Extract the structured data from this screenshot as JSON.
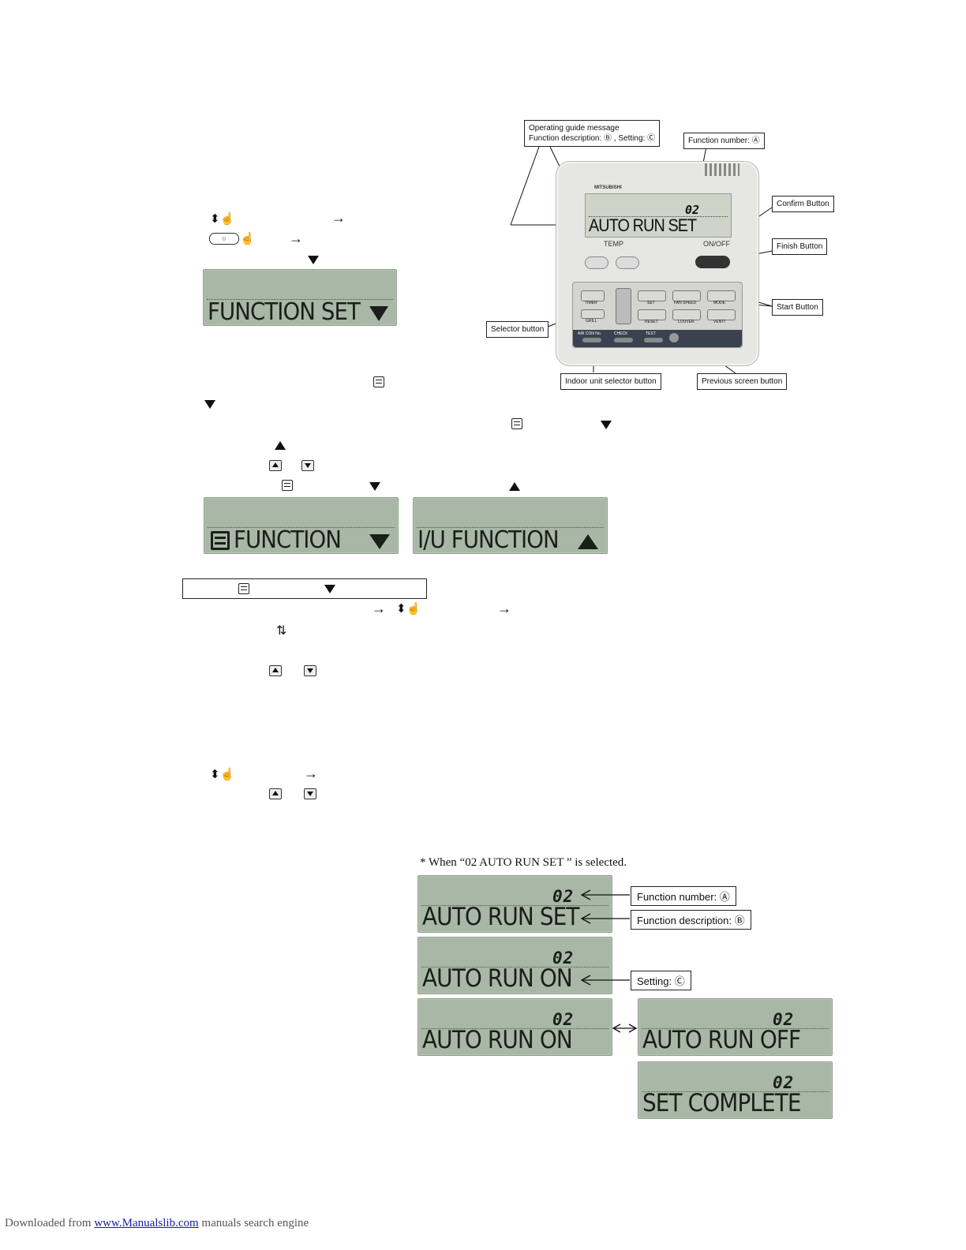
{
  "remote": {
    "callouts": {
      "guide_message_line1": "Operating guide message",
      "guide_message_line2": "Function description: Ⓑ , Setting: Ⓒ",
      "function_number": "Function number: Ⓐ",
      "confirm_button": "Confirm Button",
      "finish_button": "Finish Button",
      "start_button": "Start Button",
      "selector_button": "Selector button",
      "indoor_unit_selector": "Indoor unit selector button",
      "previous_screen": "Previous screen button"
    },
    "lcd_number": "02",
    "lcd_text": "AUTO RUN SET",
    "brand": "MITSUBISHI",
    "temp_label": "TEMP",
    "onoff_label": "ON/OFF",
    "keys": {
      "timer": "TIMER",
      "set": "SET",
      "fan_speed": "FAN SPEED",
      "mode": "MODE",
      "grill": "GRILL",
      "reset": "RESET",
      "louver": "LOUVER",
      "venti": "VENTI",
      "air_con_no": "AIR CON No.",
      "check": "CHECK",
      "test": "TEST"
    }
  },
  "displays": {
    "function_set": "FUNCTION SET",
    "function": "FUNCTION",
    "iu_function": "I/U FUNCTION"
  },
  "example": {
    "caption": "* When “02  AUTO RUN SET ” is selected.",
    "screens": [
      {
        "number": "02",
        "text": "AUTO RUN SET"
      },
      {
        "number": "02",
        "text": "AUTO RUN ON"
      },
      {
        "number": "02",
        "text": "AUTO RUN ON"
      },
      {
        "number": "02",
        "text": "AUTO RUN OFF"
      },
      {
        "number": "02",
        "text": "SET COMPLETE"
      }
    ],
    "callouts": {
      "function_number": "Function number: Ⓐ",
      "function_description": "Function description: Ⓑ",
      "setting": "Setting: Ⓒ"
    }
  },
  "footer": {
    "prefix": "Downloaded from ",
    "link": "www.Manualslib.com",
    "suffix": " manuals search engine"
  }
}
